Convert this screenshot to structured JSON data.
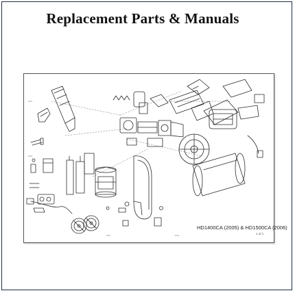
{
  "header": {
    "title": "Replacement Parts & Manuals"
  },
  "diagram": {
    "model_label": "HD1400CA (2005) & HD1500CA (2006)",
    "sheet_label": "1 of 1",
    "colors": {
      "line": "#2a2a2a",
      "frame": "#555555",
      "title": "#111111"
    }
  }
}
